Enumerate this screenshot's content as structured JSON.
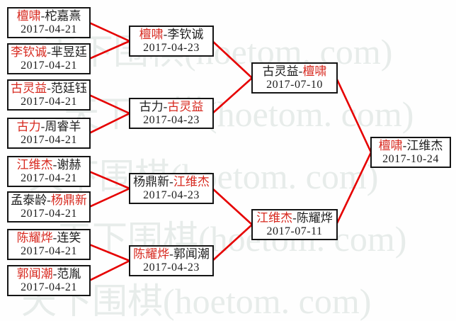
{
  "colors": {
    "winner_red": "#d7281e",
    "text_black": "#1d1d1d",
    "connector_red": "#e60000",
    "box_border": "#151515",
    "watermark": "#e7ecea"
  },
  "separator": "-",
  "watermark": {
    "text": "天下围棋(hoetom. com)"
  },
  "matches": {
    "r1": [
      {
        "p1": "檀啸",
        "p2": "柁嘉熹",
        "date": "2017-04-21",
        "p1s": "color:#d7281e",
        "p2s": "color:#1d1d1d"
      },
      {
        "p1": "李钦诚",
        "p2": "芈昱廷",
        "date": "2017-04-21",
        "p1s": "color:#d7281e",
        "p2s": "color:#1d1d1d"
      },
      {
        "p1": "古灵益",
        "p2": "范廷钰",
        "date": "2017-04-21",
        "p1s": "color:#d7281e",
        "p2s": "color:#1d1d1d"
      },
      {
        "p1": "古力",
        "p2": "周睿羊",
        "date": "2017-04-21",
        "p1s": "color:#d7281e",
        "p2s": "color:#1d1d1d"
      },
      {
        "p1": "江维杰",
        "p2": "谢赫",
        "date": "2017-04-21",
        "p1s": "color:#d7281e",
        "p2s": "color:#1d1d1d"
      },
      {
        "p1": "孟泰龄",
        "p2": "杨鼎新",
        "date": "2017-04-21",
        "p1s": "color:#1d1d1d",
        "p2s": "color:#d7281e"
      },
      {
        "p1": "陈耀烨",
        "p2": "连笑",
        "date": "2017-04-21",
        "p1s": "color:#d7281e",
        "p2s": "color:#1d1d1d"
      },
      {
        "p1": "郭闻潮",
        "p2": "范胤",
        "date": "2017-04-21",
        "p1s": "color:#d7281e",
        "p2s": "color:#1d1d1d"
      }
    ],
    "r2": [
      {
        "p1": "檀啸",
        "p2": "李钦诚",
        "date": "2017-04-23",
        "p1s": "color:#d7281e",
        "p2s": "color:#1d1d1d"
      },
      {
        "p1": "古力",
        "p2": "古灵益",
        "date": "2017-04-23",
        "p1s": "color:#1d1d1d",
        "p2s": "color:#d7281e"
      },
      {
        "p1": "杨鼎新",
        "p2": "江维杰",
        "date": "2017-04-23",
        "p1s": "color:#1d1d1d",
        "p2s": "color:#d7281e"
      },
      {
        "p1": "陈耀烨",
        "p2": "郭闻潮",
        "date": "2017-04-23",
        "p1s": "color:#d7281e",
        "p2s": "color:#1d1d1d"
      }
    ],
    "sf": [
      {
        "p1": "古灵益",
        "p2": "檀啸",
        "date": "2017-07-10",
        "p1s": "color:#1d1d1d",
        "p2s": "color:#d7281e"
      },
      {
        "p1": "江维杰",
        "p2": "陈耀烨",
        "date": "2017-07-11",
        "p1s": "color:#d7281e",
        "p2s": "color:#1d1d1d"
      }
    ],
    "final": [
      {
        "p1": "檀啸",
        "p2": "江维杰",
        "date": "2017-10-24",
        "p1s": "color:#d7281e",
        "p2s": "color:#1d1d1d"
      }
    ]
  }
}
